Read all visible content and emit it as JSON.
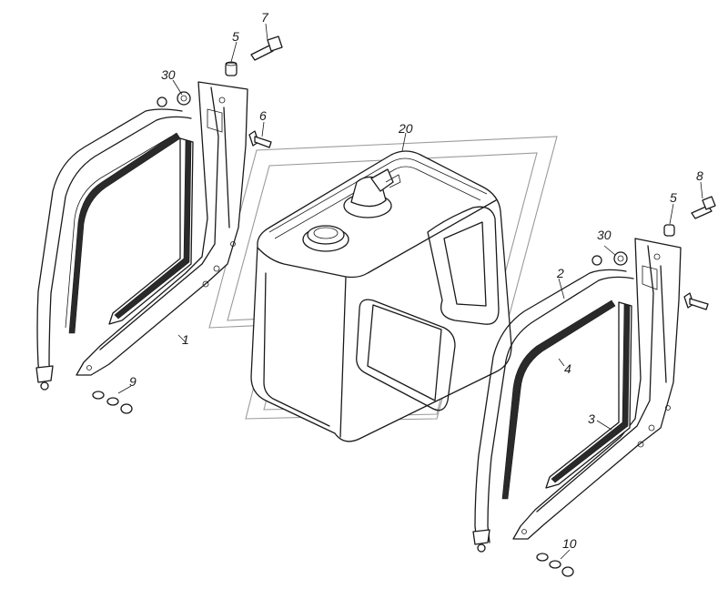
{
  "diagram": {
    "callouts": [
      {
        "id": "c1",
        "label": "1"
      },
      {
        "id": "c2",
        "label": "2"
      },
      {
        "id": "c3",
        "label": "3"
      },
      {
        "id": "c4",
        "label": "4"
      },
      {
        "id": "c5a",
        "label": "5"
      },
      {
        "id": "c5b",
        "label": "5"
      },
      {
        "id": "c6",
        "label": "6"
      },
      {
        "id": "c7",
        "label": "7"
      },
      {
        "id": "c8",
        "label": "8"
      },
      {
        "id": "c9",
        "label": "9"
      },
      {
        "id": "c10",
        "label": "10"
      },
      {
        "id": "c20",
        "label": "20"
      },
      {
        "id": "c30a",
        "label": "30"
      },
      {
        "id": "c30b",
        "label": "30"
      }
    ]
  }
}
